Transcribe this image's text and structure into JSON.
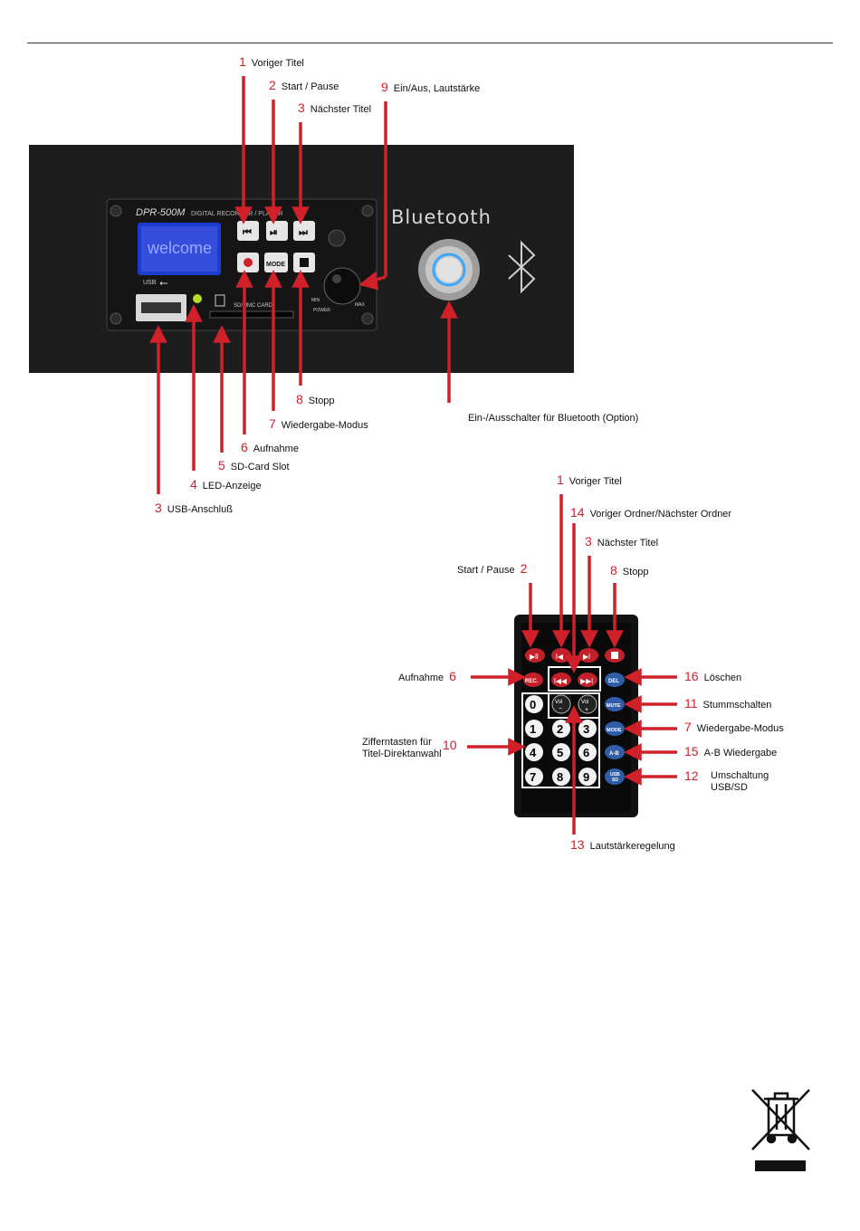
{
  "device": {
    "model": "DPR-500M",
    "subtitle": "DIGITAL RECORDER / PLAYER",
    "screen_text": "welcome",
    "mode_label": "MODE",
    "usb_label": "USB",
    "card_label": "SD/MMC CARD",
    "knob_min": "MIN",
    "knob_max": "MAX",
    "knob_power": "POWER",
    "bluetooth_text": "Bluetooth"
  },
  "panel_callouts": [
    {
      "num": "1",
      "text": "Voriger Titel"
    },
    {
      "num": "2",
      "text": "Start / Pause"
    },
    {
      "num": "3",
      "text": "Nächster Titel"
    },
    {
      "num": "9",
      "text": "Ein/Aus, Lautstärke"
    },
    {
      "num": "8",
      "text": "Stopp"
    },
    {
      "num": "7",
      "text": "Wiedergabe-Modus"
    },
    {
      "num": "6",
      "text": "Aufnahme"
    },
    {
      "num": "5",
      "text": "SD-Card Slot"
    },
    {
      "num": "4",
      "text": "LED-Anzeige"
    },
    {
      "num": "3",
      "text": "USB-Anschluß"
    }
  ],
  "bluetooth_switch_label": "Ein-/Ausschalter für Bluetooth (Option)",
  "remote_callouts": [
    {
      "num": "1",
      "text": "Voriger Titel"
    },
    {
      "num": "14",
      "text": "Voriger Ordner/Nächster Ordner"
    },
    {
      "num": "3",
      "text": "Nächster Titel"
    },
    {
      "num": "2",
      "text": "Start / Pause"
    },
    {
      "num": "8",
      "text": "Stopp"
    },
    {
      "num": "6",
      "text": "Aufnahme"
    },
    {
      "num": "10",
      "text": "Zifferntasten für Titel-Direktanwahl"
    },
    {
      "num": "16",
      "text": "Löschen"
    },
    {
      "num": "11",
      "text": "Stummschalten"
    },
    {
      "num": "7",
      "text": "Wiedergabe-Modus"
    },
    {
      "num": "15",
      "text": "A-B Wiedergabe"
    },
    {
      "num": "12",
      "text": "Umschaltung USB/SD"
    },
    {
      "num": "13",
      "text": "Lautstärkeregelung"
    }
  ],
  "remote": {
    "rec": "REC.",
    "del": "DEL",
    "mute": "MUTE",
    "mode": "MODE",
    "ab": "A-B",
    "usbsd_1": "USB",
    "usbsd_2": "SD",
    "vol": "Vol",
    "digits": [
      "0",
      "1",
      "2",
      "3",
      "4",
      "5",
      "6",
      "7",
      "8",
      "9"
    ]
  },
  "colors": {
    "accent_red": "#d0202a",
    "panel_black": "#1e1e1e",
    "remote_blue": "#2f5da8"
  }
}
